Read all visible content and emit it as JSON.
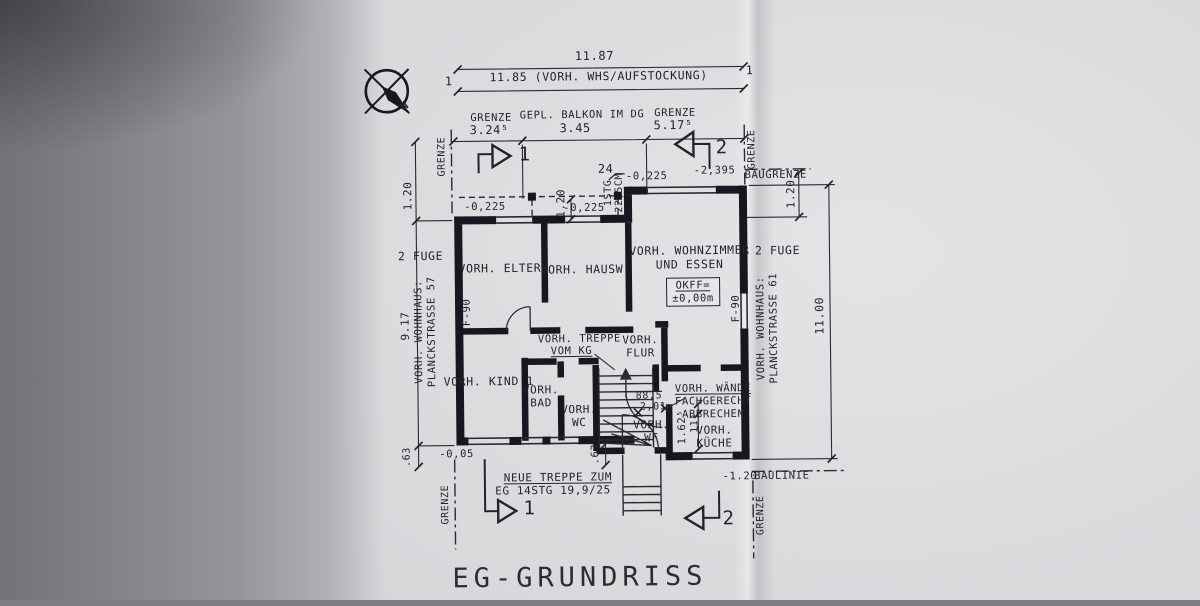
{
  "meta": {
    "colors": {
      "paper": "#d8d8da",
      "ink": "#23232b",
      "wall": "#17171f"
    }
  },
  "title": "EG-GRUNDRISS",
  "compass": {
    "north": "N"
  },
  "top_dims": {
    "overall": "11.87",
    "existing": "11.85 (VORH. WHS/AUFSTOCKUNG)",
    "marker_left": "1",
    "marker_right": "1",
    "seg1_label": "GRENZE",
    "seg1_value": "3.24⁵",
    "seg2_label": "GEPL. BALKON IM DG",
    "seg2_value": "3.45",
    "seg3_label": "GRENZE",
    "seg3_value": "5.17⁵"
  },
  "boundaries": {
    "grenze_top_left": "GRENZE",
    "grenze_top_right": "GRENZE",
    "grenze_bottom_left": "GRENZE",
    "grenze_bottom_right": "GRENZE",
    "baugrenze": "BAUGRENZE",
    "baulinie": "BAULINIE"
  },
  "left_side": {
    "setback": "1.20",
    "depth": "9.17",
    "dim_63": ".63",
    "fuge": "2 FUGE",
    "house": "VORH. WOHNHAUS:\nPLANCKSTRASSE 57",
    "f90": "F-90",
    "level": "-0,05"
  },
  "right_side": {
    "setback": "1.20",
    "depth": "11.00",
    "fuge": "2 FUGE",
    "house": "VORH. WOHNHAUS:\nPLANCKSTRASSE 61",
    "f90": "F-90",
    "level": "-1.20"
  },
  "sections": {
    "top_1": "1",
    "top_2": "2",
    "bottom_1": "1",
    "bottom_2": "2"
  },
  "rooms": {
    "eltern": "VORH. ELTERN",
    "hausw": "VORH. HAUSW.",
    "wohnzimmer": "VORH. WOHNZIMMER\nUND ESSEN",
    "kind": "VORH. KIND 1",
    "bad": "VORH.\nBAD",
    "wc": "VORH.\nWC",
    "flur": "VORH.\nFLUR",
    "wf": "VORH.\nWF",
    "kueche": "VORH.\nKÜCHE",
    "treppe_line1": "VORH. TREPPE",
    "treppe_line2": "VOM KG"
  },
  "levels": {
    "okff_label": "OKFF=",
    "okff_value": "±0,00m",
    "top_a": "-0,225",
    "top_b": "-0,225",
    "top_c": "-0,225",
    "terrace": "-2,395"
  },
  "annotations": {
    "step_count": "24",
    "balkon_dim": "1.20",
    "stg_line1": "1STG",
    "stg_line2": "22,5CM",
    "door_width": "88,5",
    "door_height": "2,01",
    "dim_1625": "1.62⁵",
    "dim_115": "11⁵",
    "dim_63": ".63",
    "demolish_line1": "VORH. WÄNDE",
    "demolish_line2": "FACHGERECHT\nABBRECHEN",
    "new_stair_line1": "NEUE TREPPE ZUM",
    "new_stair_line2": "EG 14STG 19,9/25"
  }
}
